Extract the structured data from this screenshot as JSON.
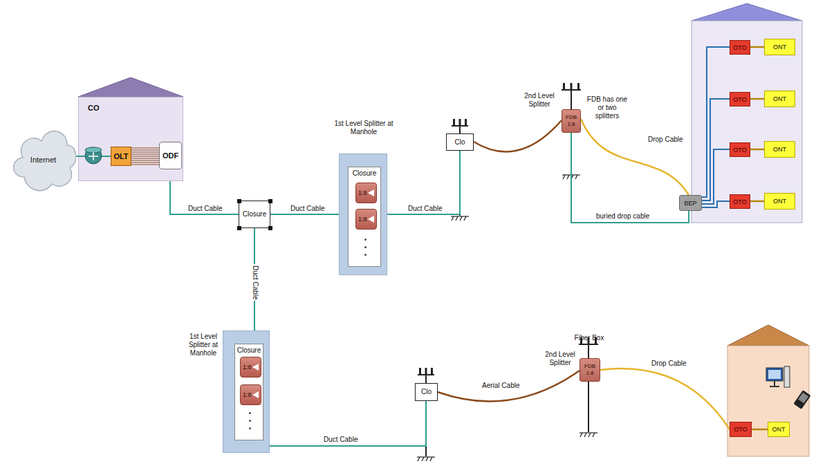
{
  "diagram": {
    "nodes": [
      {
        "text": [
          "Internet"
        ]
      },
      {
        "text": [
          "CO"
        ]
      },
      {
        "text": [
          "OLT"
        ],
        "in": 1
      },
      {
        "text": [
          "ODF"
        ],
        "in": 1
      },
      {
        "text": [
          "Closure"
        ]
      },
      {
        "text": [
          "1st Level Splitter at Manhole"
        ]
      },
      {
        "text": [
          "Closure"
        ],
        "in": 5
      },
      {
        "text": [
          "1:8"
        ],
        "in": 6
      },
      {
        "text": [
          "1:8"
        ],
        "in": 6
      },
      {
        "text": [
          "Clo"
        ]
      },
      {
        "text": [
          "2nd Level Splitter",
          "FDB",
          "1:8"
        ]
      },
      {
        "text": [
          "OTO"
        ]
      },
      {
        "text": [
          "ONT"
        ]
      },
      {
        "text": [
          "OTO"
        ]
      },
      {
        "text": [
          "ONT"
        ]
      },
      {
        "text": [
          "OTO"
        ]
      },
      {
        "text": [
          "ONT"
        ]
      },
      {
        "text": [
          "OTO"
        ]
      },
      {
        "text": [
          "ONT"
        ]
      },
      {
        "text": [
          "BEP"
        ]
      },
      {
        "text": [
          "1st Level Splitter at Manhole"
        ]
      },
      {
        "text": [
          "Closure"
        ],
        "in": 20
      },
      {
        "text": [
          "1:8"
        ],
        "in": 21
      },
      {
        "text": [
          "1:8"
        ],
        "in": 21
      },
      {
        "text": [
          "Clo"
        ]
      },
      {
        "text": [
          "Fiber Box",
          "2nd Level Splitter",
          "FDB",
          "1:8"
        ]
      },
      {
        "text": [
          "OTO"
        ]
      },
      {
        "text": [
          "ONT"
        ]
      }
    ],
    "edges": [
      {
        "from": 0,
        "to": 2,
        "arrow": "none"
      },
      {
        "from": 2,
        "to": 3,
        "arrow": "none"
      },
      {
        "from": 3,
        "to": 4,
        "label": "Duct Cable",
        "arrow": "none"
      },
      {
        "from": 4,
        "to": 5,
        "label": "Duct Cable",
        "arrow": "none"
      },
      {
        "from": 5,
        "to": 9,
        "label": "Duct Cable",
        "arrow": "none"
      },
      {
        "from": 9,
        "to": 10,
        "arrow": "none"
      },
      {
        "from": 10,
        "to": 19,
        "label": "Drop Cable",
        "arrow": "none"
      },
      {
        "from": 10,
        "to": 19,
        "label": "buried drop cable",
        "arrow": "none"
      },
      {
        "from": 19,
        "to": 11,
        "arrow": "none"
      },
      {
        "from": 19,
        "to": 13,
        "arrow": "none"
      },
      {
        "from": 19,
        "to": 15,
        "arrow": "none"
      },
      {
        "from": 19,
        "to": 17,
        "arrow": "none"
      },
      {
        "from": 11,
        "to": 12,
        "arrow": "none"
      },
      {
        "from": 13,
        "to": 14,
        "arrow": "none"
      },
      {
        "from": 15,
        "to": 16,
        "arrow": "none"
      },
      {
        "from": 17,
        "to": 18,
        "arrow": "none"
      },
      {
        "from": 4,
        "to": 20,
        "label": "Duct Cable",
        "arrow": "none"
      },
      {
        "from": 20,
        "to": 24,
        "label": "Duct Cable",
        "arrow": "none"
      },
      {
        "from": 24,
        "to": 25,
        "label": "Aerial Cable",
        "arrow": "none"
      },
      {
        "from": 25,
        "to": 26,
        "label": "Drop Cable",
        "arrow": "none"
      },
      {
        "from": 26,
        "to": 27,
        "arrow": "none"
      }
    ],
    "labels": [
      "FDB has one or two splitters"
    ]
  }
}
